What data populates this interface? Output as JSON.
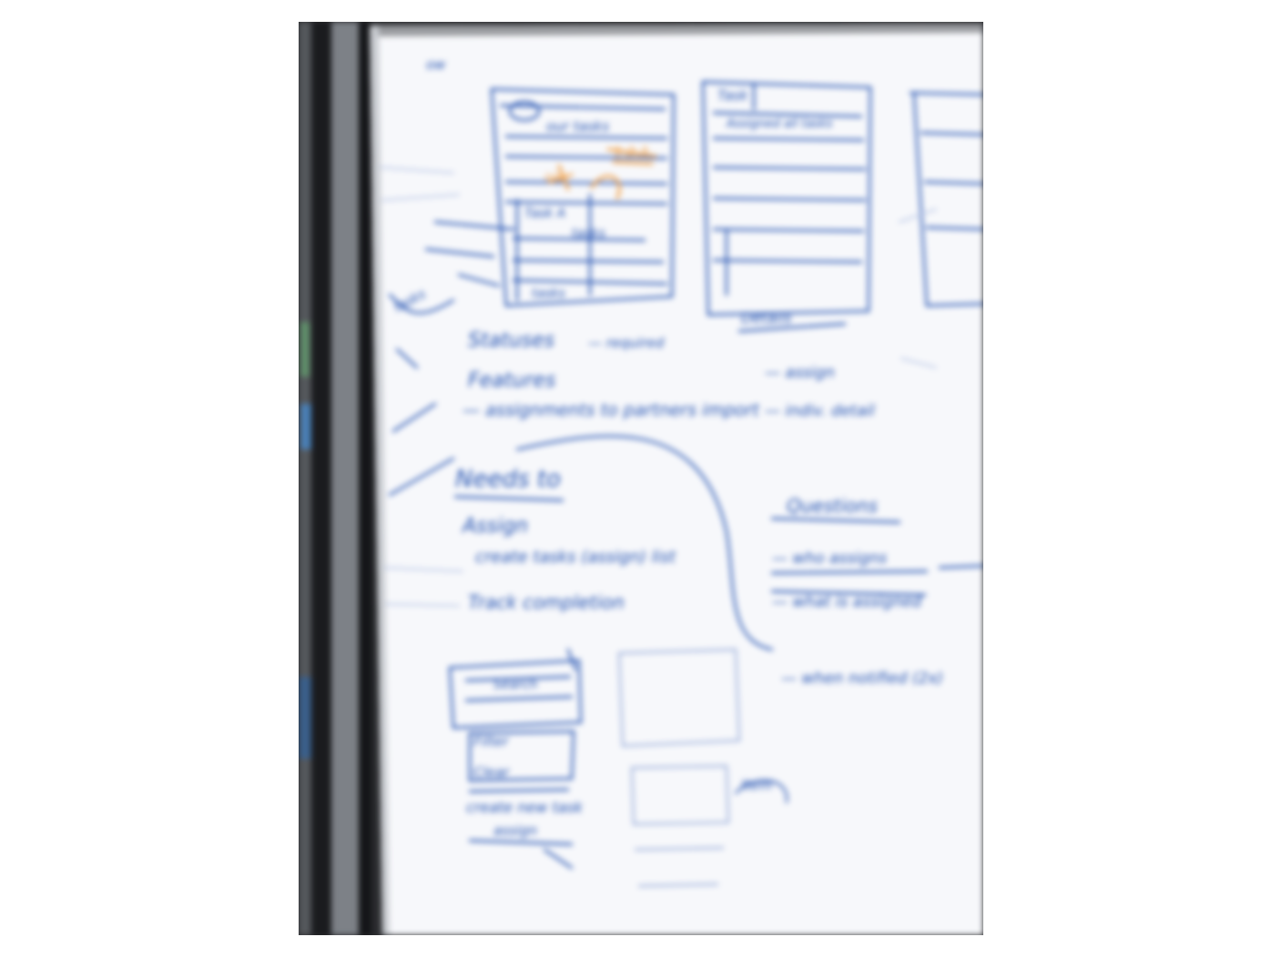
{
  "photo": {
    "subject": "whiteboard-photo",
    "board_color": "#f7f8fb",
    "frame_color": "#1c1d20",
    "marker_color": "#1f4fb0",
    "accent_marker_color": "#f0a14a"
  },
  "notes": {
    "corner": "ow",
    "sketch1_title": "our tasks",
    "sketch1_orange_a": "1,2,3",
    "sketch1_orange_b": "o/o",
    "sketch1_row_a": "Task A",
    "sketch1_row_b": "tasks",
    "sketch1_footer": "tasks",
    "sketch2_header": "Task",
    "sketch2_sub": "Assigned all tasks",
    "sketch2_footer": "Details",
    "left_margin": "tasks",
    "list_a_1": "Statuses",
    "list_a_1b": "— required",
    "list_a_2": "Features",
    "list_a_3": "— assignments to partners import",
    "list_b_1": "— assign",
    "list_b_2": "— indiv. detail",
    "heading_2": "Needs to",
    "needs_1": "Assign",
    "needs_2": "create tasks (assign) list",
    "needs_3": "Track completion",
    "list_c_head": "Questions",
    "list_c_1": "— who assigns",
    "list_c_2": "— what is assigned",
    "list_c_3": "— when notified (2x)",
    "bottom_1": "Search",
    "bottom_2": "Filter",
    "bottom_3": "Clear",
    "bottom_4": "create new task",
    "bottom_5": "assign",
    "bottom_note": "Item"
  }
}
